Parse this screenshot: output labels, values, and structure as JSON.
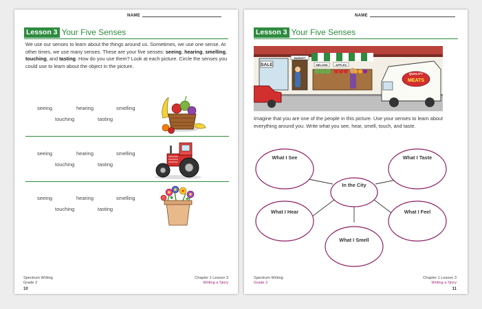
{
  "left_page": {
    "name_label": "NAME",
    "lesson_badge": "Lesson 3",
    "lesson_title": "Your Five Senses",
    "intro_parts": [
      "We use our senses to learn about the things around us. Sometimes, we use one sense. At other times, we use many senses. These are your five senses: ",
      "seeing",
      ", ",
      "hearing",
      ", ",
      "smelling",
      ", ",
      "touching",
      ", and ",
      "tasting",
      ". How do you use them? Look at each picture. Circle the senses you could use to learn about the object in the picture."
    ],
    "rows": [
      {
        "object": "fruit-basket",
        "senses": [
          "seeing",
          "hearing",
          "smelling",
          "touching",
          "tasting"
        ]
      },
      {
        "object": "tractor",
        "senses": [
          "seeing",
          "hearing",
          "smelling",
          "touching",
          "tasting"
        ]
      },
      {
        "object": "flower-pot",
        "senses": [
          "seeing",
          "hearing",
          "smelling",
          "touching",
          "tasting"
        ]
      }
    ],
    "footer_left": [
      "Spectrum Writing",
      "Grade 2"
    ],
    "footer_right": [
      "Chapter 1 Lesson 3",
      "Writing a Story"
    ],
    "page_number": "10"
  },
  "right_page": {
    "name_label": "NAME",
    "lesson_badge": "Lesson 3",
    "lesson_title": "Your Five Senses",
    "scene_signs": {
      "sale": "SALE",
      "market": "MARKET",
      "melons": "MELONS",
      "apples": "APPLES",
      "truck_line1": "QUALITY",
      "truck_line2": "MEATS"
    },
    "instructions": "Imagine that you are one of the people in this picture. Use your senses to learn about everything around you. Write what you see, hear, smell, touch, and taste.",
    "web": {
      "center": "In the City",
      "bubbles": [
        "What I See",
        "What I Taste",
        "What I Hear",
        "What I Feel",
        "What I Smell"
      ]
    },
    "footer_left": [
      "Spectrum Writing",
      "Grade 2"
    ],
    "footer_right": [
      "Chapter 1 Lesson 3",
      "Writing a Story"
    ],
    "page_number": "11"
  },
  "colors": {
    "green_accent": "#2e8b3f",
    "bubble_outline": "#8b1a5c",
    "footer_accent": "#9a2a7a"
  }
}
